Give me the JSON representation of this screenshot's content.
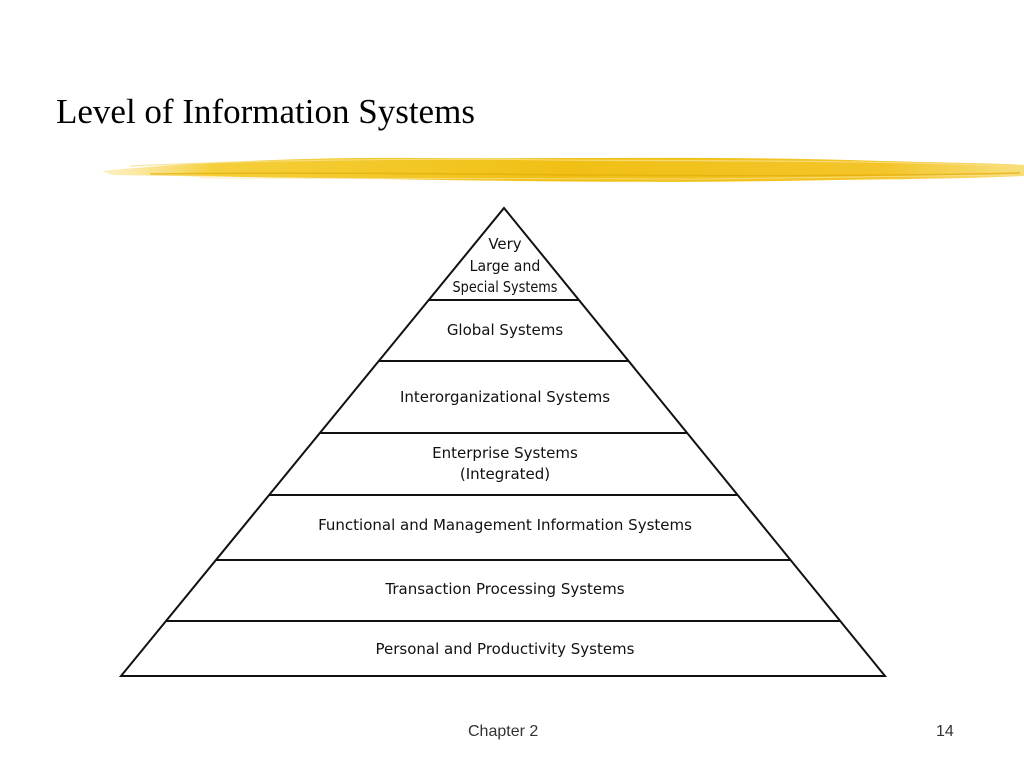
{
  "slide": {
    "title": "Level of Information Systems",
    "footer_text": "Chapter 2",
    "page_number": "14",
    "accent_color": "#f2c21a"
  },
  "pyramid": {
    "levels": [
      {
        "lines": [
          "Very",
          "Large and",
          "Special Systems"
        ]
      },
      {
        "lines": [
          "Global Systems"
        ]
      },
      {
        "lines": [
          "Interorganizational Systems"
        ]
      },
      {
        "lines": [
          "Enterprise Systems",
          "(Integrated)"
        ]
      },
      {
        "lines": [
          "Functional and Management Information Systems"
        ]
      },
      {
        "lines": [
          "Transaction Processing Systems"
        ]
      },
      {
        "lines": [
          "Personal and Productivity Systems"
        ]
      }
    ]
  }
}
